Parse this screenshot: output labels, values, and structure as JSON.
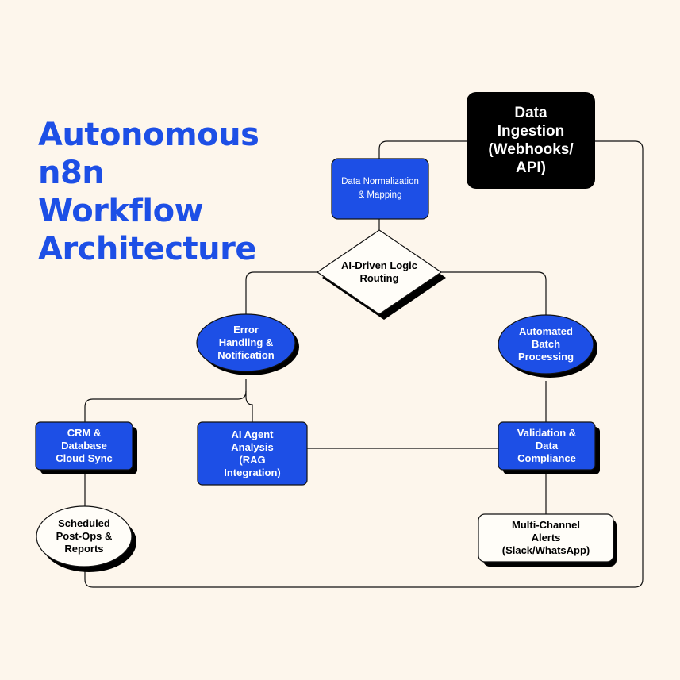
{
  "title_lines": [
    "Autonomous",
    "n8n",
    "Workflow",
    "Architecture"
  ],
  "colors": {
    "background": "#fdf6ec",
    "accent": "#1d4fe6",
    "dark": "#000000",
    "light_fill": "#fffdf8",
    "connector": "#111111"
  },
  "nodes": {
    "ingestion": {
      "label": "Data\nIngestion\n(Webhooks/\nAPI)"
    },
    "normalization": {
      "label": "Data Normalization\n& Mapping"
    },
    "routing": {
      "label": "AI-Driven Logic\nRouting"
    },
    "error": {
      "label": "Error\nHandling &\nNotification"
    },
    "batch": {
      "label": "Automated\nBatch\nProcessing"
    },
    "crm": {
      "label": "CRM &\nDatabase\nCloud Sync"
    },
    "agent": {
      "label": "AI Agent\nAnalysis\n(RAG\nIntegration)"
    },
    "validation": {
      "label": "Validation &\nData\nCompliance"
    },
    "scheduled": {
      "label": "Scheduled\nPost-Ops &\nReports"
    },
    "alerts": {
      "label": "Multi-Channel\nAlerts\n(Slack/WhatsApp)"
    }
  }
}
